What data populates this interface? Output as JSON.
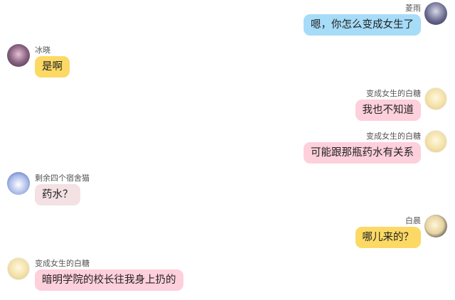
{
  "colors": {
    "blue_bubble": "#a6dcf8",
    "yellow_bubble": "#fcd964",
    "pink_bubble": "#fdd0dc",
    "mauve_bubble": "#f3e1e3"
  },
  "messages": [
    {
      "sender": "菱雨",
      "text": "嗯，你怎么变成女生了",
      "side": "right"
    },
    {
      "sender": "冰晓",
      "text": "是啊",
      "side": "left"
    },
    {
      "sender": "变成女生的白糖",
      "text": "我也不知道",
      "side": "right"
    },
    {
      "sender": "变成女生的白糖",
      "text": "可能跟那瓶药水有关系",
      "side": "right"
    },
    {
      "sender": "剩余四个宿舍猫",
      "text": "药水？",
      "side": "left"
    },
    {
      "sender": "白晨",
      "text": "哪儿来的？",
      "side": "right"
    },
    {
      "sender": "变成女生的白糖",
      "text": "暗明学院的校长往我身上扔的",
      "side": "left"
    }
  ]
}
